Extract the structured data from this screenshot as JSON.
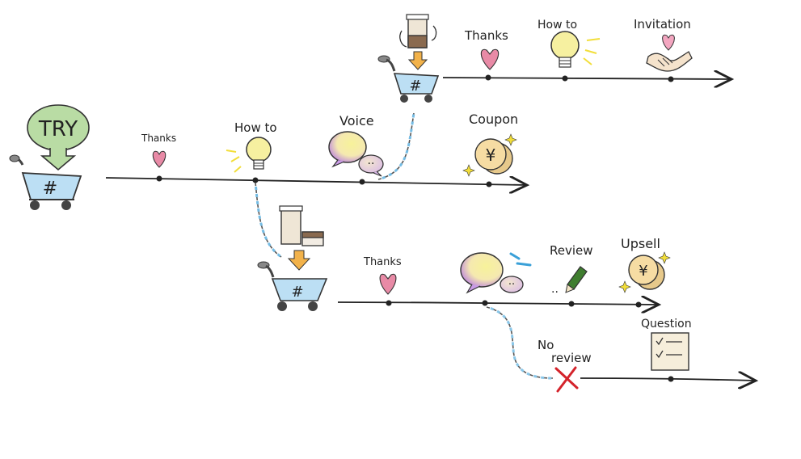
{
  "start": {
    "badge": "TRY"
  },
  "timelines": {
    "main": {
      "labels": {
        "thanks": "Thanks",
        "howto": "How to",
        "voice": "Voice",
        "coupon": "Coupon"
      }
    },
    "upper": {
      "labels": {
        "thanks": "Thanks",
        "howto": "How to",
        "invitation": "Invitation"
      }
    },
    "lower": {
      "labels": {
        "thanks": "Thanks",
        "review": "Review",
        "upsell": "Upsell"
      }
    },
    "branch": {
      "labels": {
        "no_review": "No review",
        "question": "Question"
      }
    }
  },
  "icons": {
    "cart": "#",
    "yen": "¥",
    "dots": "··",
    "review_dots": ".."
  },
  "colors": {
    "try_badge": "#b9dca4",
    "cart_basket": "#bcdff4",
    "heart": "#e88aa6",
    "bulb": "#f6f0a0",
    "arrow_down": "#f2b24a",
    "coin": "#f6dca3",
    "bubble_purple": "#b77be3",
    "bubble_yellow": "#f7f29a",
    "pencil": "#3f7d2f",
    "cross": "#d4232b",
    "dashed_link": "#3aa0d8",
    "sparkle": "#f2de3a",
    "line": "#222222"
  }
}
